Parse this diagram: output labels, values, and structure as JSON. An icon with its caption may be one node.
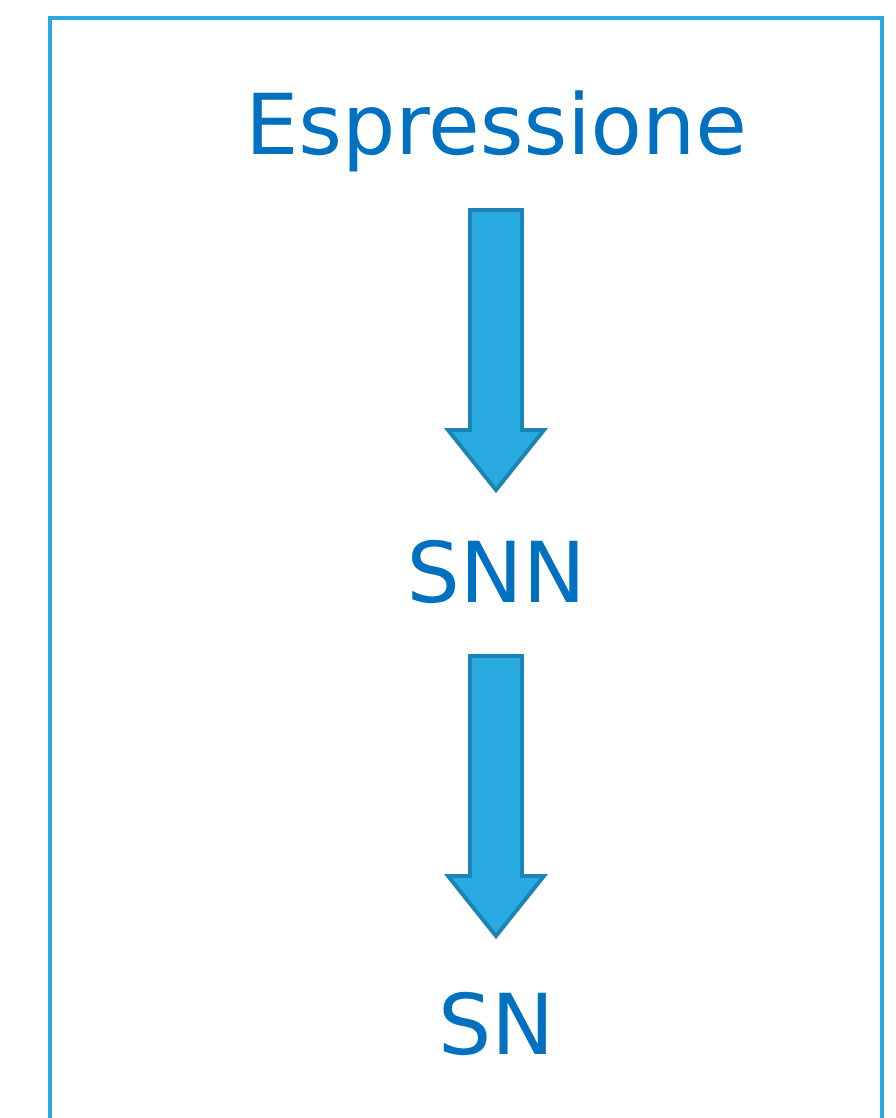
{
  "diagram": {
    "nodes": [
      {
        "text": [
          "Espressione"
        ]
      },
      {
        "text": [
          "SNN"
        ]
      },
      {
        "text": [
          "SN"
        ]
      }
    ],
    "edges": [
      {
        "from": 0,
        "to": 1,
        "arrow": "to"
      },
      {
        "from": 1,
        "to": 2,
        "arrow": "to"
      }
    ]
  }
}
